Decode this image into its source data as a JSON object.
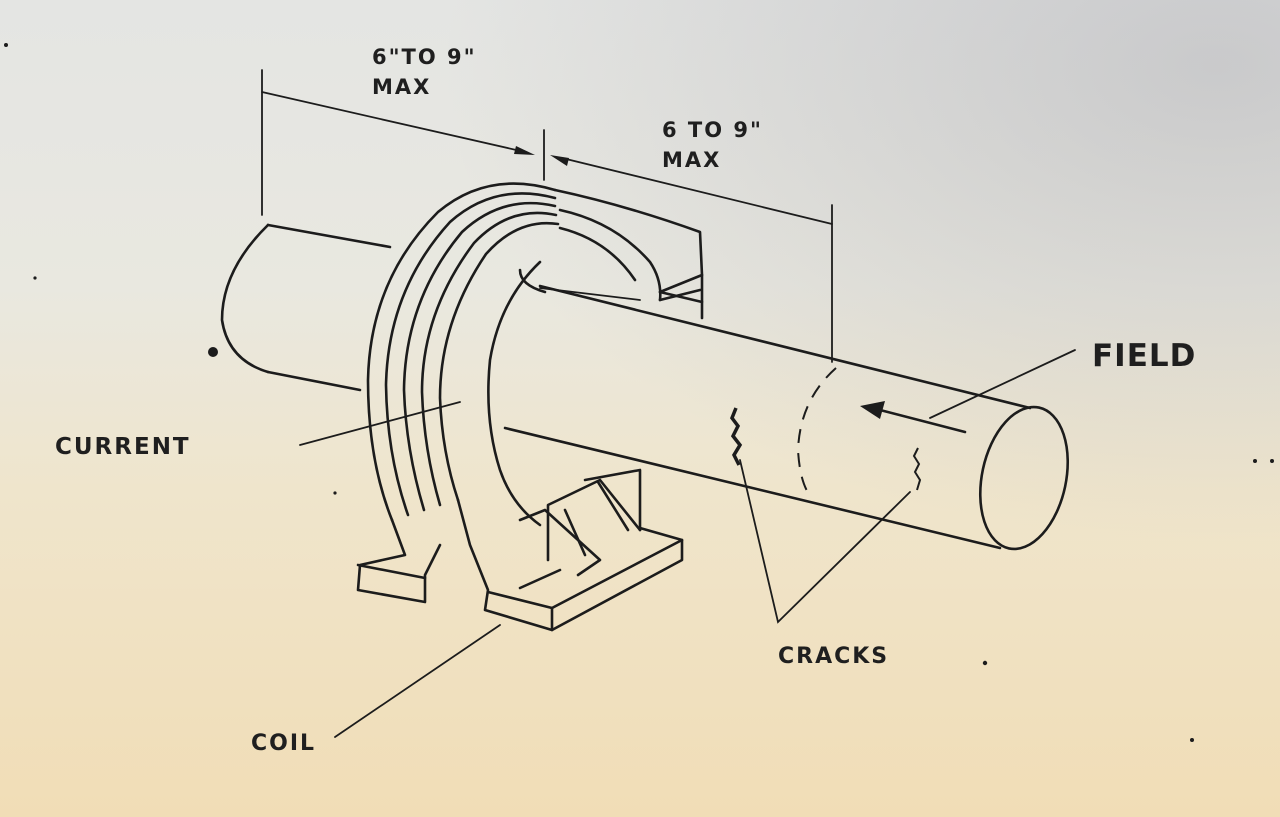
{
  "labels": {
    "dim_left_line1": "6\"TO 9\"",
    "dim_left_line2": "MAX",
    "dim_right_line1": "6 TO 9\"",
    "dim_right_line2": "MAX",
    "field": "FIELD",
    "current": "CURRENT",
    "cracks": "CRACKS",
    "coil": "COIL"
  },
  "colors": {
    "ink": "#1c1c1c",
    "paper_top": "#e4e5e3",
    "paper_bottom": "#f1ddb6"
  }
}
